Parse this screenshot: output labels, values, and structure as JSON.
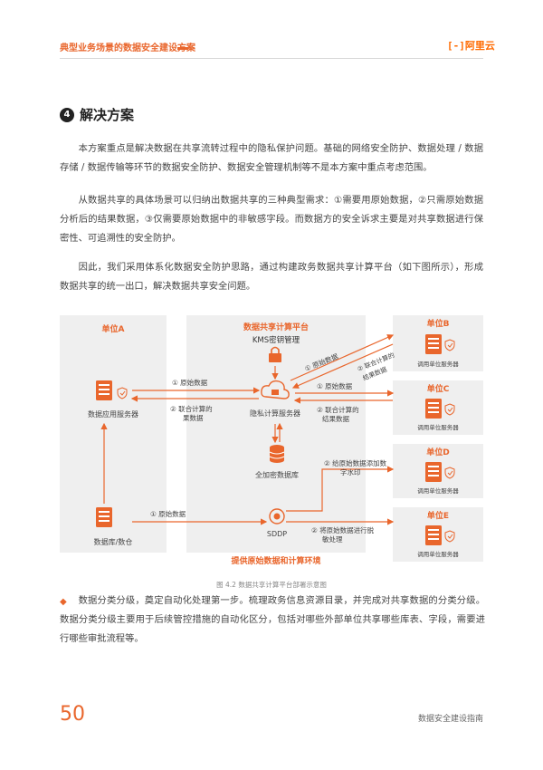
{
  "header": {
    "title": "典型业务场景的数据安全建设方案",
    "logo_text": "阿里云",
    "logo_bracket": "[-]"
  },
  "section": {
    "number": "4",
    "title": "解决方案"
  },
  "paragraphs": [
    "本方案重点是解决数据在共享流转过程中的隐私保护问题。基础的网络安全防护、数据处理 / 数据存储 / 数据传输等环节的数据安全防护、数据安全管理机制等不是本方案中重点考虑范围。",
    "从数据共享的具体场景可以归纳出数据共享的三种典型需求：①需要用原始数据，②只需原始数据分析后的结果数据，③仅需要原始数据中的非敏感字段。而数据方的安全诉求主要是对共享数据进行保密性、可追溯性的安全防护。",
    "因此，我们采用体系化数据安全防护思路，通过构建政务数据共享计算平台（如下图所示），形成数据共享的统一出口，解决数据共享安全问题。"
  ],
  "diagram": {
    "unit_a": {
      "title": "单位A",
      "app_server": "数据应用服务器",
      "db": "数据库/数仓"
    },
    "platform": {
      "title": "数据共享计算平台",
      "kms": "KMS密钥管理",
      "privacy_server": "隐私计算服务器",
      "encrypted_db": "全加密数据库",
      "sddp": "SDDP",
      "bottom_label": "提供原始数据和计算环境"
    },
    "units": [
      {
        "title": "单位B",
        "server": "调用单位服务器"
      },
      {
        "title": "单位C",
        "server": "调用单位服务器"
      },
      {
        "title": "单位D",
        "server": "调用单位服务器"
      },
      {
        "title": "单位E",
        "server": "调用单位服务器"
      }
    ],
    "arrows": {
      "a_raw": "① 原始数据",
      "a_result_1": "② 联合计算的",
      "a_result_2": "果数据",
      "b_raw": "① 原始数据",
      "b_result_1": "② 联合计算的",
      "b_result_2": "结果数据",
      "c_raw": "① 原始数据",
      "c_result_1": "② 联合计算的",
      "c_result_2": "结果数据",
      "d_1": "② 给原始数据添加数",
      "d_2": "字水印",
      "sddp_raw": "① 原始数据",
      "e_1": "② 将原始数据进行脱",
      "e_2": "敏处理"
    },
    "caption": "图 4.2 数据共享计算平台部署示意图"
  },
  "bullet_para": "数据分类分级，奠定自动化处理第一步。梳理政务信息资源目录，并完成对共享数据的分类分级。数据分类分级主要用于后续管控措施的自动化区分，包括对哪些外部单位共享哪些库表、字段，需要进行哪些审批流程等。",
  "footer": {
    "page": "50",
    "title": "数据安全建设指南"
  },
  "colors": {
    "accent": "#e9662c",
    "panel": "#efefef"
  }
}
